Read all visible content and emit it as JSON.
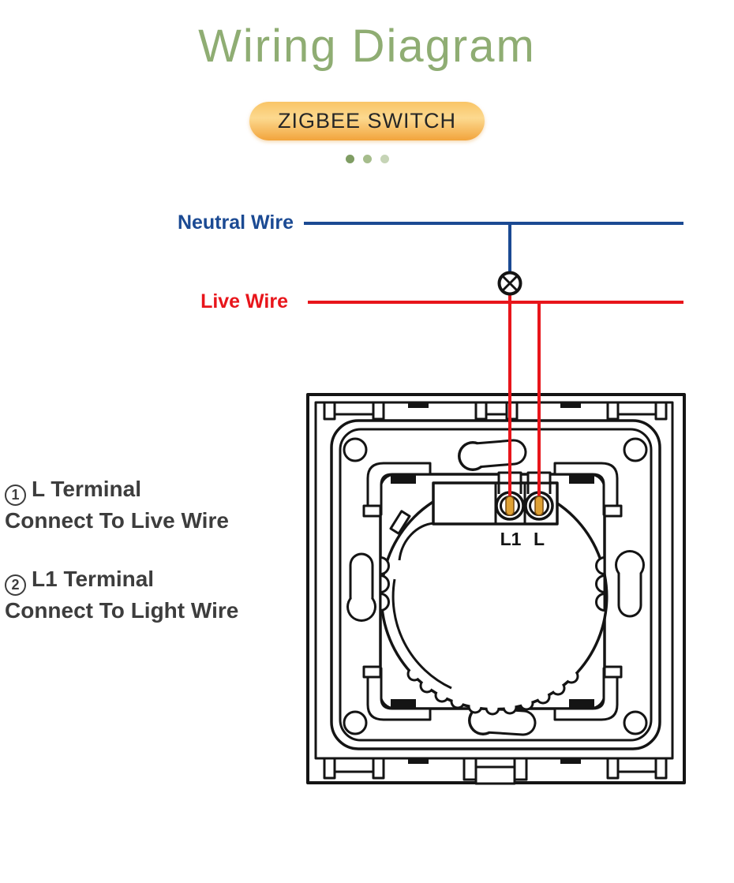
{
  "title": "Wiring Diagram",
  "badge": {
    "label": "ZIGBEE SWITCH"
  },
  "wires": {
    "neutral": {
      "label": "Neutral Wire",
      "color": "#1b4a93"
    },
    "live": {
      "label": "Live Wire",
      "color": "#e8151b"
    }
  },
  "terminals": {
    "left": "L1",
    "right": "L"
  },
  "notes": [
    {
      "num": "1",
      "title": "L Terminal",
      "desc": "Connect To Live Wire"
    },
    {
      "num": "2",
      "title": "L1 Terminal",
      "desc": "Connect To Light Wire"
    }
  ],
  "icons": {
    "lamp": "lamp-cross-circle-icon",
    "carousel": "carousel-dots"
  },
  "colors": {
    "title-green": "#8fad73",
    "badge-top": "#f9c466",
    "badge-mid": "#fcd98f",
    "badge-bottom": "#f2a43c",
    "badge-text": "#262626",
    "wire-blue": "#1b4a93",
    "wire-red": "#e8151b",
    "note-text": "#3d3d3d",
    "ink": "#141414",
    "screw-gold": "#dfa134",
    "dot-1": "#7f9d63",
    "dot-2": "#a6bd8c",
    "dot-3": "#c6d4b6"
  }
}
